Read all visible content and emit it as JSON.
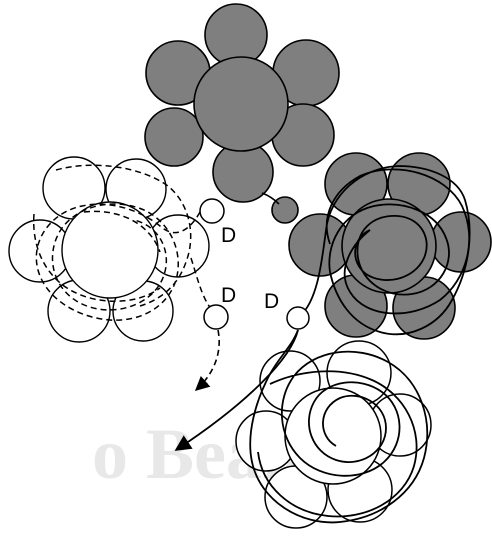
{
  "watermark": {
    "text": "o Beam"
  },
  "labels": {
    "d_top": "D",
    "d_mid": "D",
    "d_right": "D"
  },
  "colors": {
    "outline": "#000000",
    "filled_cluster": "#7f7f7f",
    "open_cluster": "#ffffff",
    "watermark": "#d6d6d6"
  }
}
